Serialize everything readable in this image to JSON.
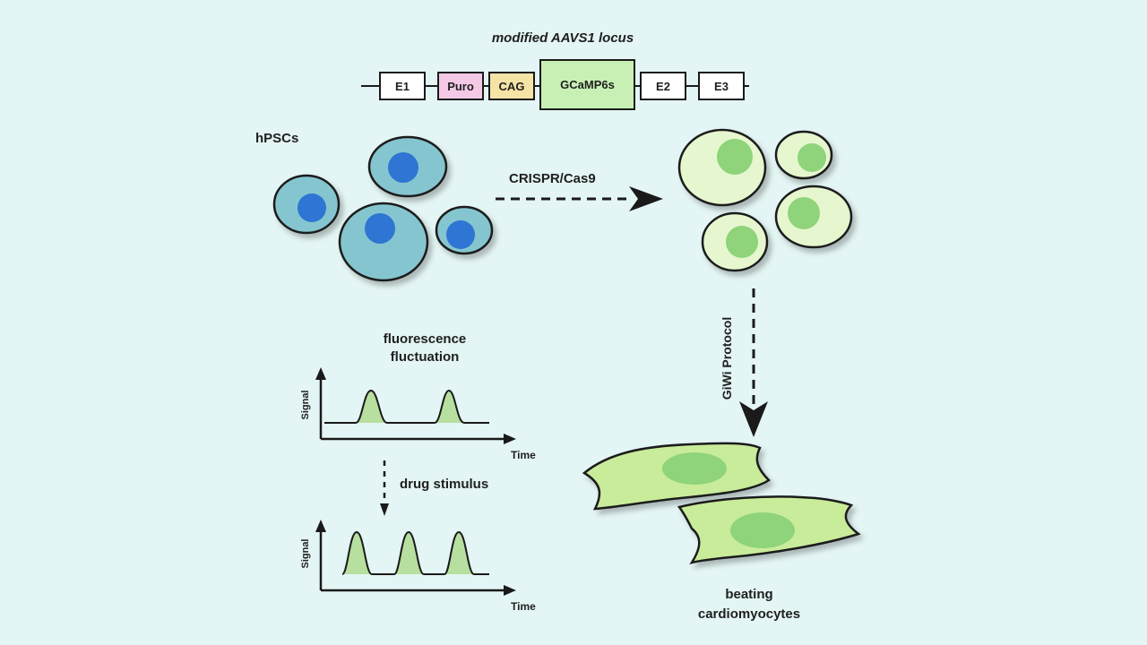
{
  "locus": {
    "title": "modified AAVS1 locus",
    "genes": [
      {
        "label": "E1",
        "color": "#ffffff"
      },
      {
        "label": "Puro",
        "color": "#f3c9e6"
      },
      {
        "label": "CAG",
        "color": "#f6e3a6"
      },
      {
        "label": "GCaMP6s",
        "color": "#c8f0b4"
      },
      {
        "label": "E2",
        "color": "#ffffff"
      },
      {
        "label": "E3",
        "color": "#ffffff"
      }
    ]
  },
  "labels": {
    "hpscs": "hPSCs",
    "crispr": "CRISPR/Cas9",
    "protocol": "GiWi Protocol",
    "fluorescence_line1": "fluorescence",
    "fluorescence_line2": "fluctuation",
    "drug": "drug stimulus",
    "beating_line1": "beating",
    "beating_line2": "cardiomyocytes"
  },
  "plots": [
    {
      "ylabel": "Signal",
      "xlabel": "Time",
      "peaks": 2
    },
    {
      "ylabel": "Signal",
      "xlabel": "Time",
      "peaks": 3
    }
  ],
  "colors": {
    "background": "#e3f5f4",
    "hpsc_cell": "#85c5cf",
    "hpsc_nucleus": "#2d74d4",
    "edited_cell": "#e6f7cf",
    "edited_nucleus": "#8fd37a",
    "cardio_cell": "#c8ec9a",
    "cardio_nucleus": "#8fd37a",
    "peak_fill": "#b7dfa0",
    "stroke": "#1a1a1a"
  }
}
